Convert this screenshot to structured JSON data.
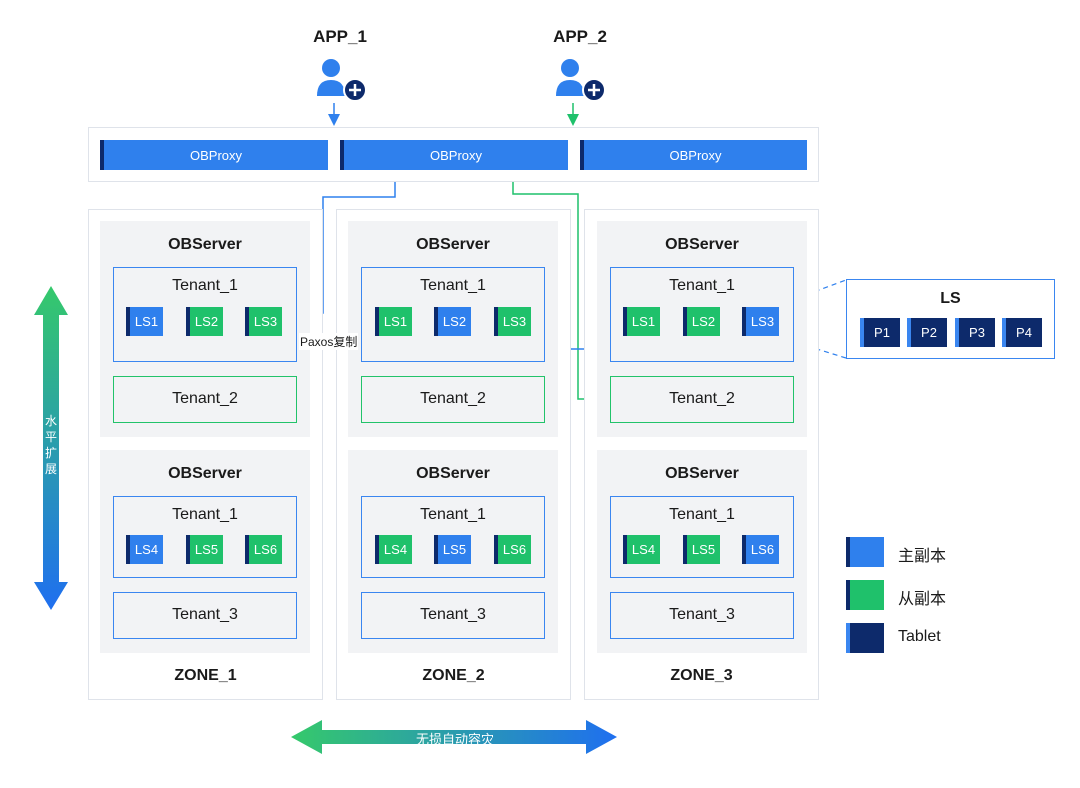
{
  "apps": [
    "APP_1",
    "APP_2"
  ],
  "proxy_label": "OBProxy",
  "server_title": "OBServer",
  "zones": [
    "ZONE_1",
    "ZONE_2",
    "ZONE_3"
  ],
  "tenants": {
    "t1": "Tenant_1",
    "t2": "Tenant_2",
    "t3": "Tenant_3"
  },
  "ls_top": [
    "LS1",
    "LS2",
    "LS3"
  ],
  "ls_bottom": [
    "LS4",
    "LS5",
    "LS6"
  ],
  "paxos_label": "Paxos复制",
  "ls_detail": {
    "title": "LS",
    "partitions": [
      "P1",
      "P2",
      "P3",
      "P4"
    ]
  },
  "legend": [
    {
      "label": "主副本",
      "color": "#2f80ed"
    },
    {
      "label": "从副本",
      "color": "#1fc16b"
    },
    {
      "label": "Tablet",
      "color": "#0d2a6b"
    }
  ],
  "scale_label": "水平扩展",
  "dr_label": "无损自动容灾",
  "colors": {
    "primary": "#2f80ed",
    "replica": "#1fc16b",
    "tablet": "#0d2a6b"
  }
}
